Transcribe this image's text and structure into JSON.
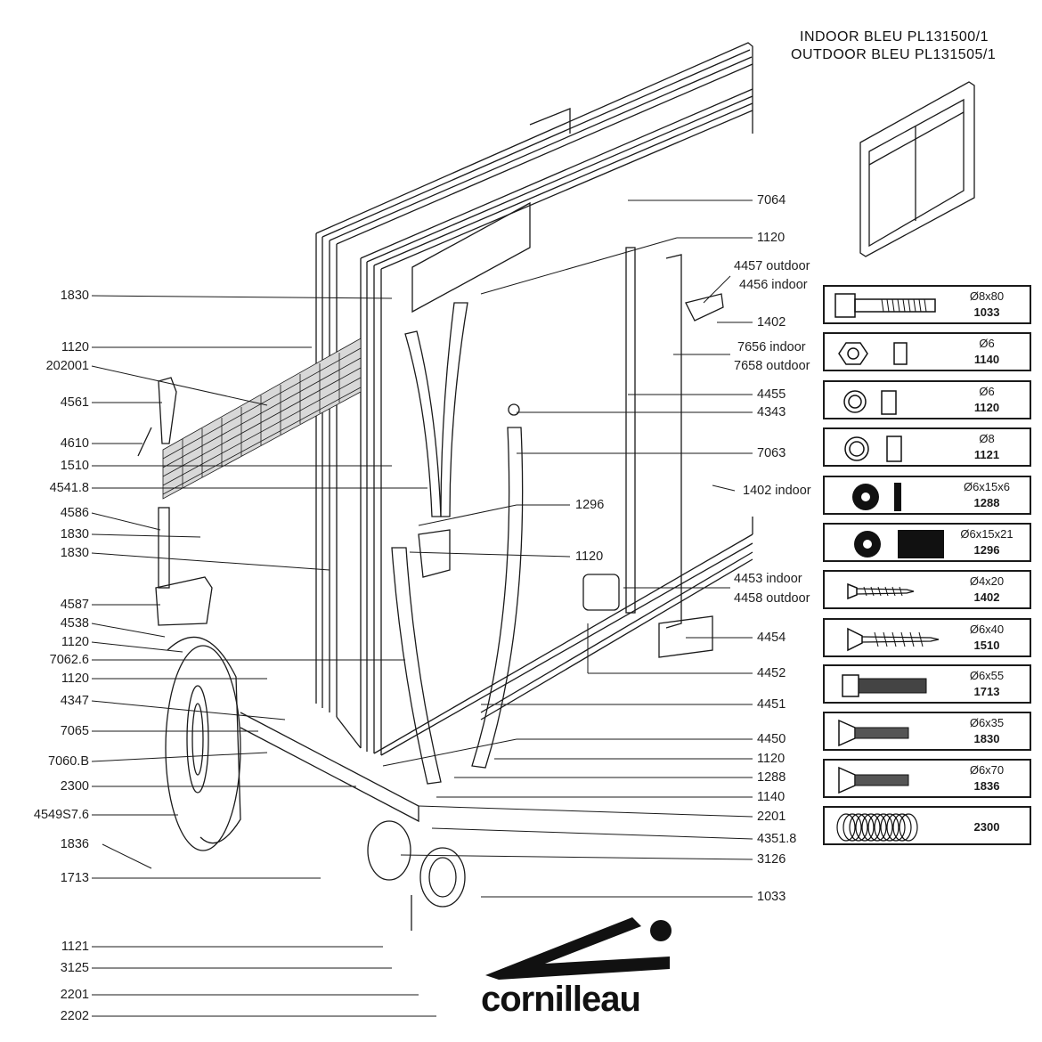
{
  "header": {
    "line1": "INDOOR  BLEU  PL131500/1",
    "line2": "OUTDOOR  BLEU  PL131505/1"
  },
  "left_labels": [
    "1830",
    "1120",
    "202001",
    "4561",
    "4610",
    "1510",
    "4541.8",
    "4586",
    "1830",
    "1830",
    "4587",
    "4538",
    "1120",
    "7062.6",
    "1120",
    "4347",
    "7065",
    "7060.B",
    "2300",
    "4549S7.6",
    "1836",
    "1713",
    "1121",
    "3125",
    "2201",
    "2202"
  ],
  "right_labels": {
    "r7064": "7064",
    "r1120a": "1120",
    "r4457": "4457 outdoor",
    "r4456": "4456 indoor",
    "r1402": "1402",
    "r7656": "7656 indoor",
    "r7658": "7658 outdoor",
    "r4455": "4455",
    "r4343": "4343",
    "r7063": "7063",
    "r1402i": "1402 indoor",
    "r1296": "1296",
    "r1120b": "1120",
    "r4453": "4453 indoor",
    "r4458": "4458 outdoor",
    "r4454": "4454",
    "r4452": "4452",
    "r4451": "4451",
    "r4450": "4450",
    "r1120c": "1120",
    "r1288": "1288",
    "r1140": "1140",
    "r2201": "2201",
    "r4351": "4351.8",
    "r3126": "3126",
    "r1033": "1033"
  },
  "hardware": [
    {
      "size": "Ø8x80",
      "code": "1033",
      "icon": "hex-bolt-icon"
    },
    {
      "size": "Ø6",
      "code": "1140",
      "icon": "hex-nut-icon"
    },
    {
      "size": "Ø6",
      "code": "1120",
      "icon": "lock-nut-icon"
    },
    {
      "size": "Ø8",
      "code": "1121",
      "icon": "lock-nut-icon"
    },
    {
      "size": "Ø6x15x6",
      "code": "1288",
      "icon": "washer-icon"
    },
    {
      "size": "Ø6x15x21",
      "code": "1296",
      "icon": "spacer-icon"
    },
    {
      "size": "Ø4x20",
      "code": "1402",
      "icon": "wood-screw-icon"
    },
    {
      "size": "Ø6x40",
      "code": "1510",
      "icon": "wood-screw-icon"
    },
    {
      "size": "Ø6x55",
      "code": "1713",
      "icon": "flange-bolt-icon"
    },
    {
      "size": "Ø6x35",
      "code": "1830",
      "icon": "countersunk-bolt-icon"
    },
    {
      "size": "Ø6x70",
      "code": "1836",
      "icon": "countersunk-bolt-icon"
    },
    {
      "size": "",
      "code": "2300",
      "icon": "spring-washer-icon"
    }
  ],
  "brand": {
    "name": "cornilleau",
    "logo_icon": "cornilleau-logo-icon"
  },
  "colors": {
    "line": "#1a1a1a",
    "background": "#ffffff"
  }
}
